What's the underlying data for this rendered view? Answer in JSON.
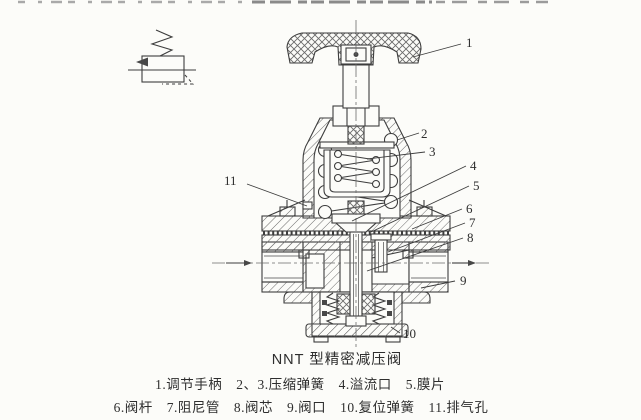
{
  "figure": {
    "title": "NNT 型精密减压阀",
    "caption_line1": "1.调节手柄　2、3.压缩弹簧　4.溢流口　5.膜片",
    "caption_line2": "6.阀杆　7.阻尼管　8.阀芯　9.阀口　10.复位弹簧　11.排气孔",
    "parts": [
      {
        "num": "1",
        "name": "调节手柄"
      },
      {
        "num": "2",
        "name": "压缩弹簧"
      },
      {
        "num": "3",
        "name": "压缩弹簧"
      },
      {
        "num": "4",
        "name": "溢流口"
      },
      {
        "num": "5",
        "name": "膜片"
      },
      {
        "num": "6",
        "name": "阀杆"
      },
      {
        "num": "7",
        "name": "阻尼管"
      },
      {
        "num": "8",
        "name": "阀芯"
      },
      {
        "num": "9",
        "name": "阀口"
      },
      {
        "num": "10",
        "name": "复位弹簧"
      },
      {
        "num": "11",
        "name": "排气孔"
      }
    ],
    "colors": {
      "line": "#3d3d3d",
      "background": "#fcfcf9",
      "text": "#2e2e2e"
    }
  }
}
